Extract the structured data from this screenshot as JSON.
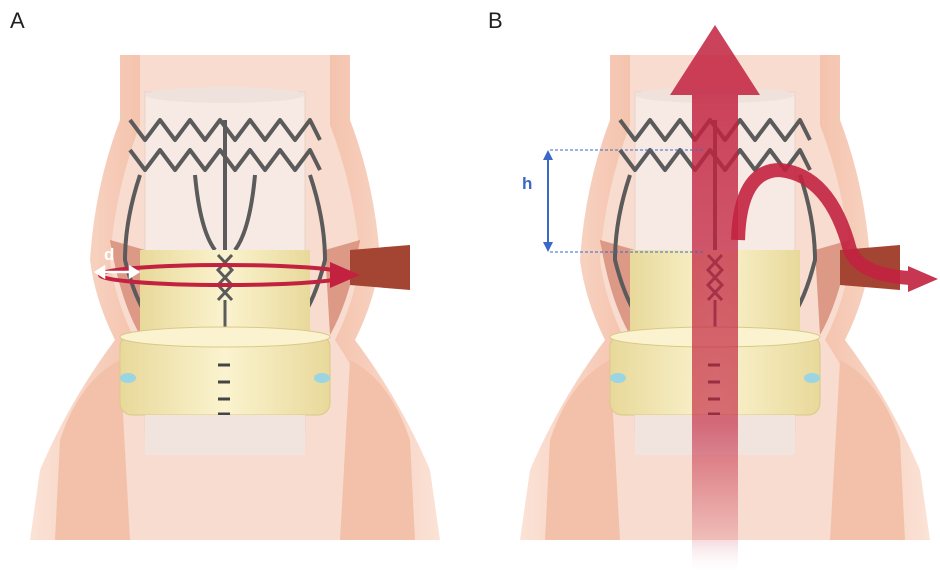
{
  "panels": [
    {
      "label": "A",
      "measure_label": "d"
    },
    {
      "label": "B",
      "measure_label": "h"
    }
  ],
  "colors": {
    "tissue": "#f2b9a0",
    "tissue_dark": "#d4775d",
    "cavity": "#f8dccf",
    "valve_cream": "#f5ebbd",
    "stent_gray": "#5b5b5b",
    "flow_red": "#c2223f",
    "measure_white": "#ffffff",
    "measure_blue": "#3a67c8",
    "marker_cyan": "#9bd5e3"
  },
  "icons": [
    "sinus-vessel",
    "stent-frame",
    "valve-skirt",
    "coronary-flow-arrow",
    "blood-flow-arrow"
  ]
}
